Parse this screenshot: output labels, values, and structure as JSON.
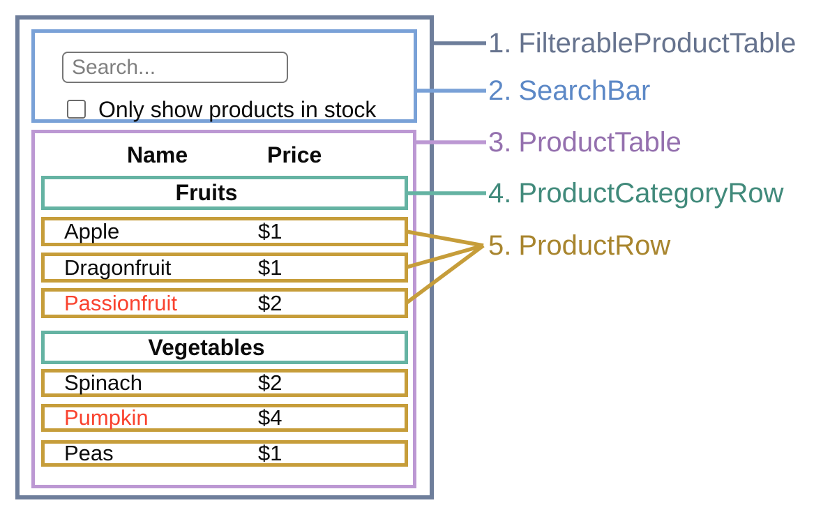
{
  "palette": {
    "outline_gray": "#6e7e9b",
    "label_gray": "#66738e",
    "outline_blue": "#79a1d7",
    "label_blue": "#5c88c6",
    "outline_purple": "#bc98d3",
    "label_purple": "#9470ae",
    "outline_teal": "#65b3a3",
    "label_teal": "#418a7b",
    "outline_gold": "#c69d3a",
    "label_gold": "#a8852e",
    "out_of_stock_red": "#f9422e",
    "text_black": "#0b0b0b",
    "input_border_gray": "#767676",
    "checkbox_border_gray": "#6b6b6b",
    "placeholder_gray": "#7f7f7f"
  },
  "legend": [
    {
      "number": "1.",
      "name": "FilterableProductTable"
    },
    {
      "number": "2.",
      "name": "SearchBar"
    },
    {
      "number": "3.",
      "name": "ProductTable"
    },
    {
      "number": "4.",
      "name": "ProductCategoryRow"
    },
    {
      "number": "5.",
      "name": "ProductRow"
    }
  ],
  "search_bar": {
    "placeholder": "Search...",
    "checkbox_label": "Only show products in stock",
    "checkbox_checked": false
  },
  "product_table": {
    "headers": {
      "name": "Name",
      "price": "Price"
    },
    "sections": [
      {
        "category": "Fruits",
        "products": [
          {
            "name": "Apple",
            "price": "$1",
            "in_stock": true
          },
          {
            "name": "Dragonfruit",
            "price": "$1",
            "in_stock": true
          },
          {
            "name": "Passionfruit",
            "price": "$2",
            "in_stock": false
          }
        ]
      },
      {
        "category": "Vegetables",
        "products": [
          {
            "name": "Spinach",
            "price": "$2",
            "in_stock": true
          },
          {
            "name": "Pumpkin",
            "price": "$4",
            "in_stock": false
          },
          {
            "name": "Peas",
            "price": "$1",
            "in_stock": true
          }
        ]
      }
    ]
  }
}
